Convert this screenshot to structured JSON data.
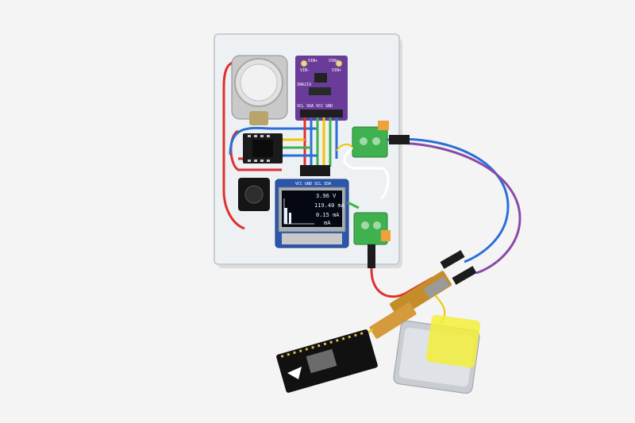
{
  "photo": {
    "subject": "power-monitor-circuit"
  },
  "oled": {
    "voltage": "3.96 V",
    "charge": "119.40 mA",
    "current": "0.15 mA",
    "unit_label": "mA"
  },
  "ina_board": {
    "header_left": "VIN+",
    "header_right": "VIN+",
    "mid_left": "VIN-",
    "mid_right": "VIN+",
    "chip_label": "INA219",
    "pin_labels": "SCL SDA VCC GND"
  },
  "oled_board": {
    "header_label": "VCC GND SCL SDA"
  },
  "colors": {
    "background": "#f4f4f4",
    "acrylic": "#eef1f4",
    "pcb_purple": "#6a3c9a",
    "terminal_green": "#3fb24f",
    "wire_red": "#e03030",
    "wire_blue": "#2a6fd6",
    "wire_purple": "#8a4aa8",
    "wire_yellow": "#f1c400",
    "battery_tape": "#f3ee3a"
  }
}
